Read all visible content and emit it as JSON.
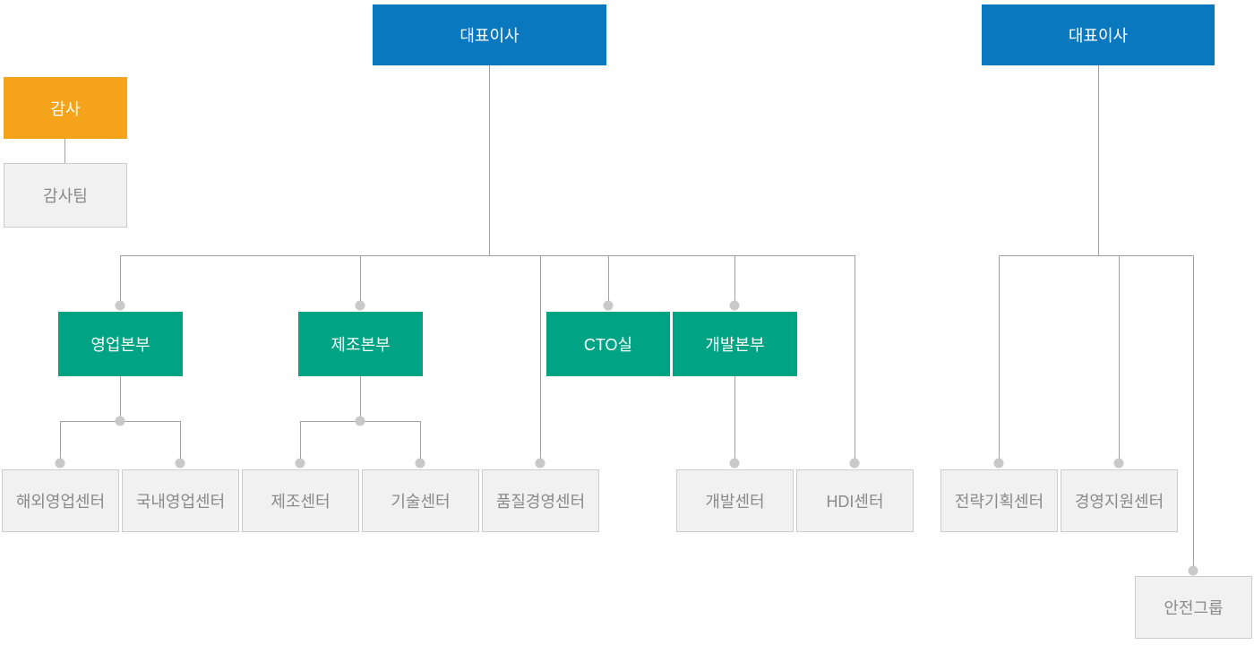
{
  "colors": {
    "ceo_box": "#0a78be",
    "audit_box": "#f6a31c",
    "division_box": "#00a383",
    "team_box_fill": "#f1f1f1",
    "team_box_border": "#cccccc",
    "team_box_text": "#8a8a8a",
    "connector_line": "#a0a0a0",
    "connector_dot": "#c9c9c9"
  },
  "left_chart": {
    "ceo": "대표이사",
    "audit": {
      "label": "감사",
      "team": "감사팀"
    },
    "branches": [
      {
        "label": "영업본부",
        "type": "division",
        "children": [
          "해외영업센터",
          "국내영업센터"
        ]
      },
      {
        "label": "제조본부",
        "type": "division",
        "children": [
          "제조센터",
          "기술센터"
        ]
      },
      {
        "label": "품질경영센터",
        "type": "team",
        "children": []
      },
      {
        "label": "CTO실",
        "type": "division",
        "children": []
      },
      {
        "label": "개발본부",
        "type": "division",
        "children": [
          "개발센터"
        ]
      },
      {
        "label": "HDI센터",
        "type": "team",
        "children": []
      }
    ]
  },
  "right_chart": {
    "ceo": "대표이사",
    "branches": [
      {
        "label": "전략기획센터",
        "type": "team",
        "children": []
      },
      {
        "label": "경영지원센터",
        "type": "team",
        "children": []
      },
      {
        "label": "안전그룹",
        "type": "team",
        "children": []
      }
    ]
  }
}
